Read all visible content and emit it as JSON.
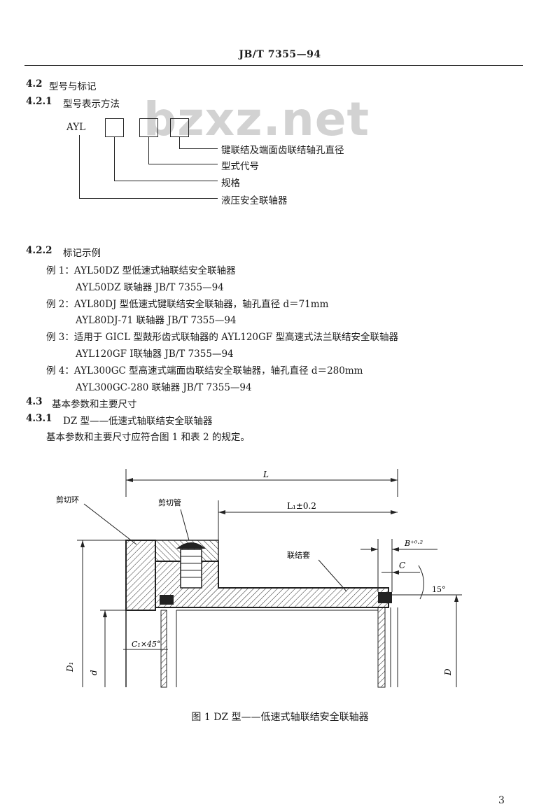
{
  "header": {
    "standard_no": "JB/T 7355—94"
  },
  "watermark": "bzxz.net",
  "section_4_2": {
    "num": "4.2",
    "title": "型号与标记"
  },
  "section_4_2_1": {
    "num": "4.2.1",
    "title": "型号表示方法"
  },
  "model_scheme": {
    "prefix": "AYL",
    "labels": [
      "键联结及端面齿联结轴孔直径",
      "型式代号",
      "规格",
      "液压安全联轴器"
    ]
  },
  "section_4_2_2": {
    "num": "4.2.2",
    "title": "标记示例"
  },
  "examples": [
    {
      "line1": "例 1：AYL50DZ 型低速式轴联结安全联轴器",
      "line2": "AYL50DZ 联轴器   JB/T 7355—94"
    },
    {
      "line1": "例 2：AYL80DJ 型低速式键联结安全联轴器，轴孔直径 d＝71mm",
      "line2": "AYL80DJ-71 联轴器   JB/T 7355—94"
    },
    {
      "line1": "例 3：适用于 GICL 型鼓形齿式联轴器的 AYL120GF 型高速式法兰联结安全联轴器",
      "line2": "AYL120GF Ⅰ联轴器   JB/T 7355—94"
    },
    {
      "line1": "例 4：AYL300GC 型高速式端面齿联结安全联轴器，轴孔直径 d＝280mm",
      "line2": "AYL300GC-280 联轴器   JB/T 7355—94"
    }
  ],
  "section_4_3": {
    "num": "4.3",
    "title": "基本参数和主要尺寸"
  },
  "section_4_3_1": {
    "num": "4.3.1",
    "title": "DZ 型——低速式轴联结安全联轴器"
  },
  "para_4_3_1": "基本参数和主要尺寸应符合图 1 和表 2 的规定。",
  "figure": {
    "labels": {
      "shear_ring": "剪切环",
      "shear_tube": "剪切管",
      "sleeve": "联结套",
      "L": "L",
      "L1": "L₁±0.2",
      "B": "B⁺⁰·²",
      "C": "C",
      "angle": "15°",
      "chamfer": "C₁×45°",
      "D1": "D₁",
      "d": "d",
      "D": "D"
    },
    "caption": "图 1   DZ 型——低速式轴联结安全联轴器"
  },
  "page_number": "3"
}
